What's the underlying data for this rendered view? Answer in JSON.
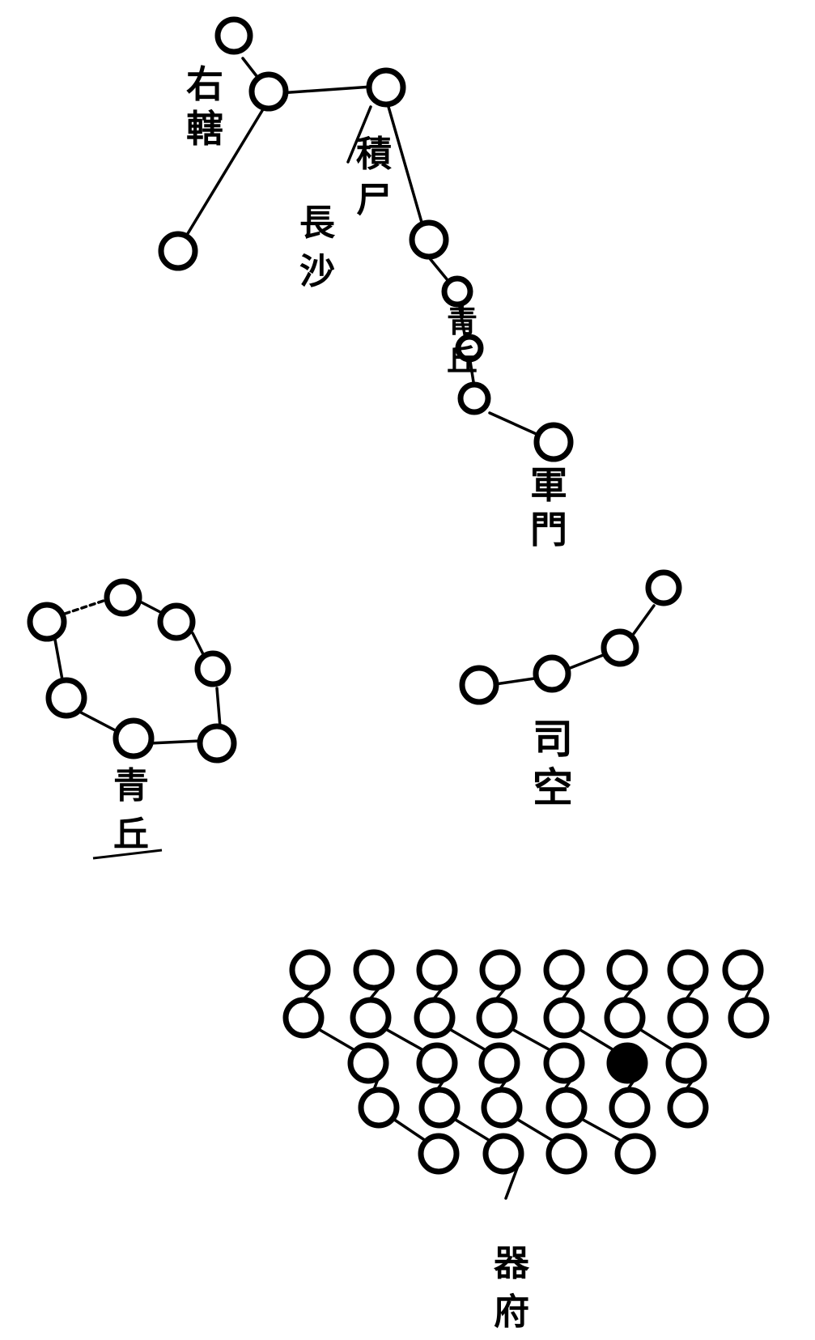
{
  "labels": {
    "youshe": "右轄",
    "jishi": "積尸",
    "changsha": "長沙",
    "jinxia": "青丘",
    "nanmen": "軍門",
    "qingqiu": "青丘",
    "sikong": "司空",
    "qijiao": "器府"
  },
  "colors": {
    "ink": "#000000",
    "paper": "#ffffff"
  }
}
